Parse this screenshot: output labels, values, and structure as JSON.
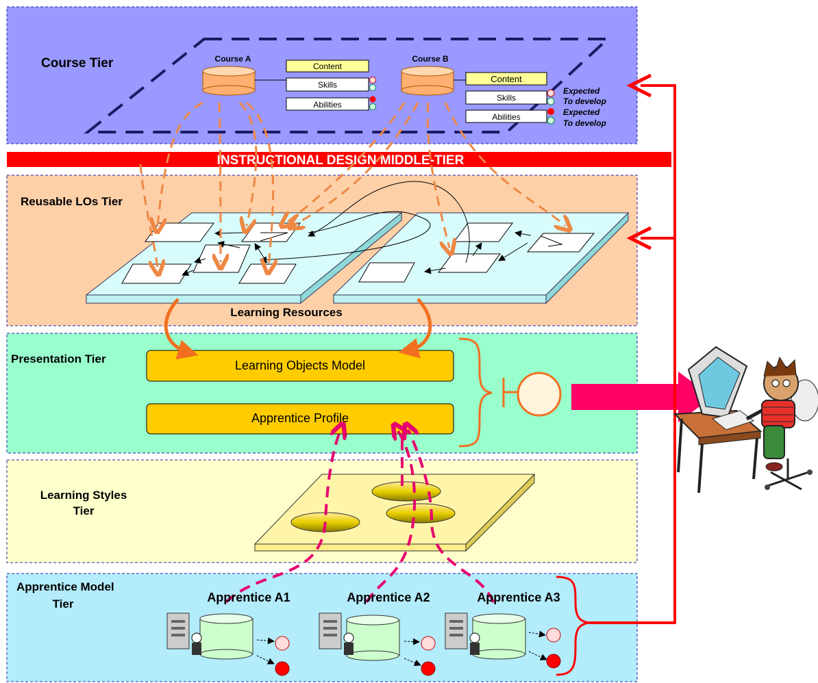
{
  "tiers": {
    "course": "Course Tier",
    "middle": "INSTRUCTIONAL DESIGN MIDDLE-TIER",
    "reusable": "Reusable LOs Tier",
    "presentation": "Presentation Tier",
    "styles_line1": "Learning Styles",
    "styles_line2": "Tier",
    "apprentice_line1": "Apprentice Model",
    "apprentice_line2": "Tier"
  },
  "course_a": {
    "name": "Course A",
    "content": "Content",
    "skills": "Skills",
    "abilities": "Abilities"
  },
  "course_b": {
    "name": "Course B",
    "content": "Content",
    "skills": "Skills",
    "abilities": "Abilities"
  },
  "legend": {
    "skills_line1": "Expected",
    "skills_line2": "To develop",
    "abilities_line1": "Expected",
    "abilities_line2": "To develop"
  },
  "resources": {
    "label": "Learning Resources"
  },
  "presentation": {
    "model": "Learning Objects Model",
    "profile": "Apprentice Profile"
  },
  "apprentices": {
    "a1": "Apprentice A1",
    "a2": "Apprentice A2",
    "a3": "Apprentice A3"
  },
  "colors": {
    "course_bg": "#9999ff",
    "reusable_bg": "#fdd0a8",
    "presentation_bg": "#99ffcc",
    "styles_bg": "#ffffcc",
    "apprentice_bg": "#b3ecfb",
    "accent_red": "#ff0000",
    "magenta": "#e6006e",
    "orange": "#ee8833"
  }
}
